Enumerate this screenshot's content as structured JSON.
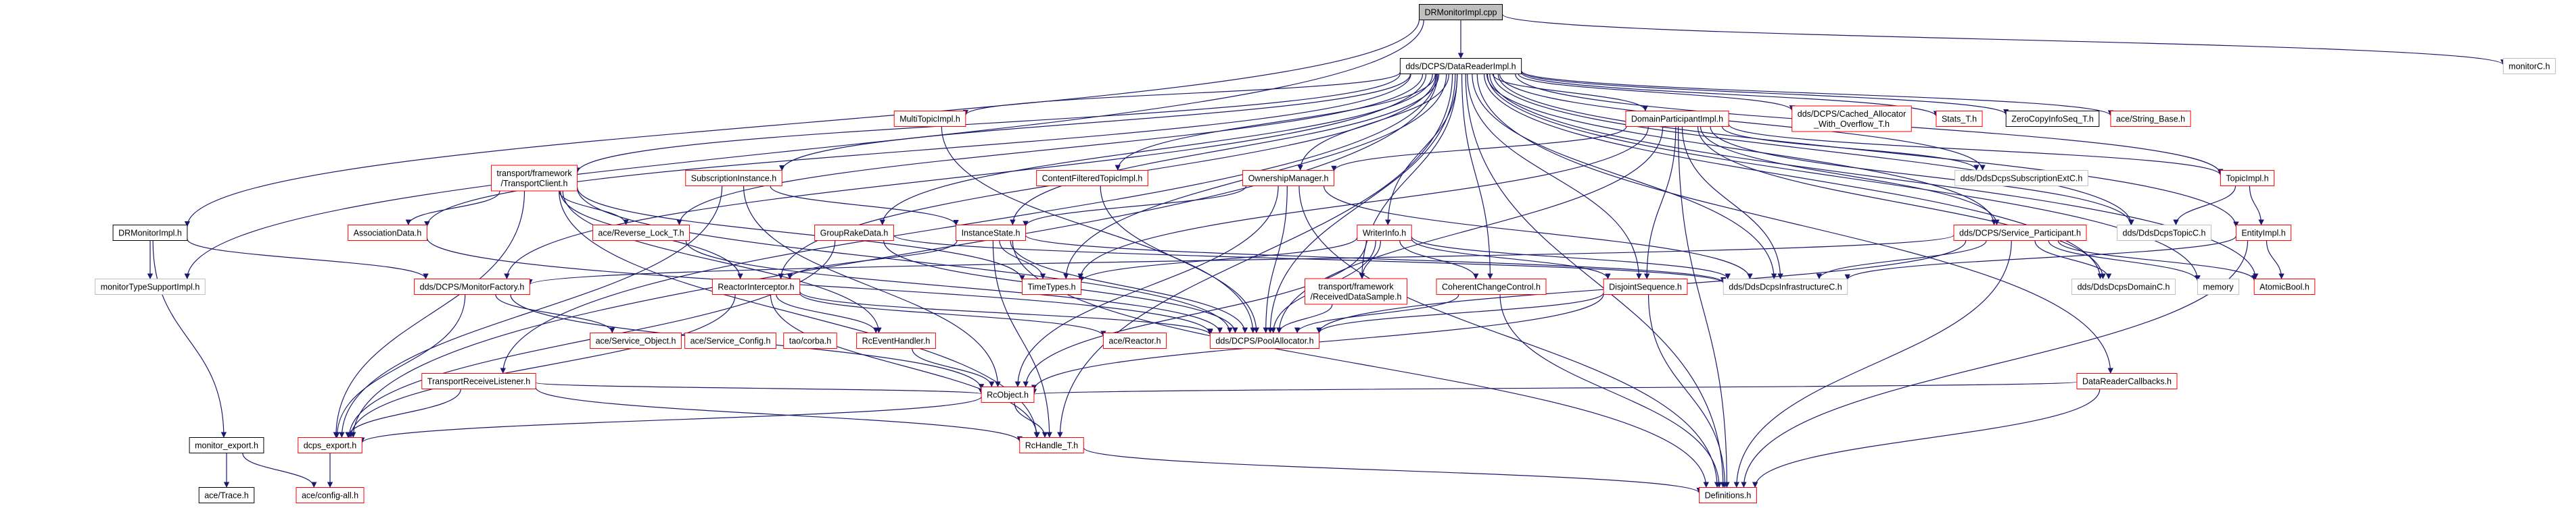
{
  "graph": {
    "nodes": [
      {
        "id": "root",
        "lines": [
          "DRMonitorImpl.cpp"
        ],
        "style": "root"
      },
      {
        "id": "datareader",
        "lines": [
          "dds/DCPS/DataReaderImpl.h"
        ],
        "style": "black"
      },
      {
        "id": "monitorC",
        "lines": [
          "monitorC.h"
        ],
        "style": "gray"
      },
      {
        "id": "drmonitorimpl_h",
        "lines": [
          "DRMonitorImpl.h"
        ],
        "style": "black"
      },
      {
        "id": "multitopic",
        "lines": [
          "MultiTopicImpl.h"
        ],
        "style": "red"
      },
      {
        "id": "domainpart",
        "lines": [
          "DomainParticipantImpl.h"
        ],
        "style": "red"
      },
      {
        "id": "cached_alloc",
        "lines": [
          "dds/DCPS/Cached_Allocator",
          "_With_Overflow_T.h"
        ],
        "style": "red"
      },
      {
        "id": "stats",
        "lines": [
          "Stats_T.h"
        ],
        "style": "red"
      },
      {
        "id": "zerocopy",
        "lines": [
          "ZeroCopyInfoSeq_T.h"
        ],
        "style": "black"
      },
      {
        "id": "string_base",
        "lines": [
          "ace/String_Base.h"
        ],
        "style": "red"
      },
      {
        "id": "transport_client",
        "lines": [
          "transport/framework",
          "/TransportClient.h"
        ],
        "style": "red"
      },
      {
        "id": "subscription",
        "lines": [
          "SubscriptionInstance.h"
        ],
        "style": "red"
      },
      {
        "id": "cft",
        "lines": [
          "ContentFilteredTopicImpl.h"
        ],
        "style": "red"
      },
      {
        "id": "ownership",
        "lines": [
          "OwnershipManager.h"
        ],
        "style": "red"
      },
      {
        "id": "subext",
        "lines": [
          "dds/DdsDcpsSubscriptionExtC.h"
        ],
        "style": "gray"
      },
      {
        "id": "topicimpl",
        "lines": [
          "TopicImpl.h"
        ],
        "style": "red"
      },
      {
        "id": "topicC",
        "lines": [
          "dds/DdsDcpsTopicC.h"
        ],
        "style": "gray"
      },
      {
        "id": "association",
        "lines": [
          "AssociationData.h"
        ],
        "style": "red"
      },
      {
        "id": "reverse_lock",
        "lines": [
          "ace/Reverse_Lock_T.h"
        ],
        "style": "red"
      },
      {
        "id": "groupreke",
        "lines": [
          "GroupRakeData.h"
        ],
        "style": "red"
      },
      {
        "id": "instancestate",
        "lines": [
          "InstanceState.h"
        ],
        "style": "red"
      },
      {
        "id": "writerinfo",
        "lines": [
          "WriterInfo.h"
        ],
        "style": "red"
      },
      {
        "id": "service_part",
        "lines": [
          "dds/DCPS/Service_Participant.h"
        ],
        "style": "red"
      },
      {
        "id": "entityimpl",
        "lines": [
          "EntityImpl.h"
        ],
        "style": "red"
      },
      {
        "id": "mon_support",
        "lines": [
          "monitorTypeSupportImpl.h"
        ],
        "style": "gray"
      },
      {
        "id": "monitorfactory",
        "lines": [
          "dds/DCPS/MonitorFactory.h"
        ],
        "style": "red"
      },
      {
        "id": "reactorint",
        "lines": [
          "ReactorInterceptor.h"
        ],
        "style": "red"
      },
      {
        "id": "timetypes",
        "lines": [
          "TimeTypes.h"
        ],
        "style": "red"
      },
      {
        "id": "received_ds",
        "lines": [
          "transport/framework",
          "/ReceivedDataSample.h"
        ],
        "style": "red"
      },
      {
        "id": "coherent",
        "lines": [
          "CoherentChangeControl.h"
        ],
        "style": "red"
      },
      {
        "id": "disjoint",
        "lines": [
          "DisjointSequence.h"
        ],
        "style": "red"
      },
      {
        "id": "infra",
        "lines": [
          "dds/DdsDcpsInfrastructureC.h"
        ],
        "style": "gray"
      },
      {
        "id": "domainC",
        "lines": [
          "dds/DdsDcpsDomainC.h"
        ],
        "style": "gray"
      },
      {
        "id": "memory",
        "lines": [
          "memory"
        ],
        "style": "gray"
      },
      {
        "id": "atomicbool",
        "lines": [
          "AtomicBool.h"
        ],
        "style": "red"
      },
      {
        "id": "ace_service_obj",
        "lines": [
          "ace/Service_Object.h"
        ],
        "style": "red"
      },
      {
        "id": "ace_service_cfg",
        "lines": [
          "ace/Service_Config.h"
        ],
        "style": "red"
      },
      {
        "id": "tao_corba",
        "lines": [
          "tao/corba.h"
        ],
        "style": "red"
      },
      {
        "id": "rceventhandler",
        "lines": [
          "RcEventHandler.h"
        ],
        "style": "red"
      },
      {
        "id": "ace_reactor",
        "lines": [
          "ace/Reactor.h"
        ],
        "style": "red"
      },
      {
        "id": "poolalloc",
        "lines": [
          "dds/DCPS/PoolAllocator.h"
        ],
        "style": "red"
      },
      {
        "id": "transport_recv",
        "lines": [
          "TransportReceiveListener.h"
        ],
        "style": "red"
      },
      {
        "id": "datareader_cb",
        "lines": [
          "DataReaderCallbacks.h"
        ],
        "style": "red"
      },
      {
        "id": "rcobject",
        "lines": [
          "RcObject.h"
        ],
        "style": "red"
      },
      {
        "id": "monitor_export",
        "lines": [
          "monitor_export.h"
        ],
        "style": "black"
      },
      {
        "id": "dcps_export",
        "lines": [
          "dcps_export.h"
        ],
        "style": "red"
      },
      {
        "id": "rchandle",
        "lines": [
          "RcHandle_T.h"
        ],
        "style": "red"
      },
      {
        "id": "ace_trace",
        "lines": [
          "ace/Trace.h"
        ],
        "style": "black"
      },
      {
        "id": "ace_config",
        "lines": [
          "ace/config-all.h"
        ],
        "style": "red"
      },
      {
        "id": "definitions",
        "lines": [
          "Definitions.h"
        ],
        "style": "red"
      }
    ],
    "edges": [
      [
        "root",
        "datareader"
      ],
      [
        "root",
        "monitorC"
      ],
      [
        "root",
        "drmonitorimpl_h"
      ],
      [
        "root",
        "mon_support"
      ],
      [
        "drmonitorimpl_h",
        "mon_support"
      ],
      [
        "drmonitorimpl_h",
        "monitor_export"
      ],
      [
        "drmonitorimpl_h",
        "monitorfactory"
      ],
      [
        "datareader",
        "multitopic"
      ],
      [
        "datareader",
        "domainpart"
      ],
      [
        "datareader",
        "cached_alloc"
      ],
      [
        "datareader",
        "stats"
      ],
      [
        "datareader",
        "zerocopy"
      ],
      [
        "datareader",
        "string_base"
      ],
      [
        "datareader",
        "transport_client"
      ],
      [
        "datareader",
        "subscription"
      ],
      [
        "datareader",
        "cft"
      ],
      [
        "datareader",
        "ownership"
      ],
      [
        "datareader",
        "subext"
      ],
      [
        "datareader",
        "topicimpl"
      ],
      [
        "datareader",
        "topicC"
      ],
      [
        "datareader",
        "association"
      ],
      [
        "datareader",
        "reverse_lock"
      ],
      [
        "datareader",
        "groupreke"
      ],
      [
        "datareader",
        "instancestate"
      ],
      [
        "datareader",
        "writerinfo"
      ],
      [
        "datareader",
        "service_part"
      ],
      [
        "datareader",
        "entityimpl"
      ],
      [
        "datareader",
        "monitorfactory"
      ],
      [
        "datareader",
        "reactorint"
      ],
      [
        "datareader",
        "timetypes"
      ],
      [
        "datareader",
        "received_ds"
      ],
      [
        "datareader",
        "coherent"
      ],
      [
        "datareader",
        "disjoint"
      ],
      [
        "datareader",
        "infra"
      ],
      [
        "datareader",
        "domainC"
      ],
      [
        "datareader",
        "memory"
      ],
      [
        "datareader",
        "atomicbool"
      ],
      [
        "datareader",
        "poolalloc"
      ],
      [
        "datareader",
        "transport_recv"
      ],
      [
        "datareader",
        "datareader_cb"
      ],
      [
        "datareader",
        "dcps_export"
      ],
      [
        "datareader",
        "rchandle"
      ],
      [
        "datareader",
        "definitions"
      ],
      [
        "multitopic",
        "poolalloc"
      ],
      [
        "domainpart",
        "ownership"
      ],
      [
        "domainpart",
        "subext"
      ],
      [
        "domainpart",
        "topicimpl"
      ],
      [
        "domainpart",
        "topicC"
      ],
      [
        "domainpart",
        "infra"
      ],
      [
        "domainpart",
        "domainC"
      ],
      [
        "domainpart",
        "disjoint"
      ],
      [
        "domainpart",
        "poolalloc"
      ],
      [
        "domainpart",
        "timetypes"
      ],
      [
        "domainpart",
        "definitions"
      ],
      [
        "domainpart",
        "service_part"
      ],
      [
        "transport_client",
        "association"
      ],
      [
        "transport_client",
        "reverse_lock"
      ],
      [
        "transport_client",
        "reactorint"
      ],
      [
        "transport_client",
        "rceventhandler"
      ],
      [
        "transport_client",
        "poolalloc"
      ],
      [
        "transport_client",
        "dcps_export"
      ],
      [
        "transport_client",
        "timetypes"
      ],
      [
        "transport_client",
        "rchandle"
      ],
      [
        "subscription",
        "instancestate"
      ],
      [
        "subscription",
        "dcps_export"
      ],
      [
        "subscription",
        "rcobject"
      ],
      [
        "cft",
        "poolalloc"
      ],
      [
        "ownership",
        "instancestate"
      ],
      [
        "ownership",
        "rcobject"
      ],
      [
        "ownership",
        "poolalloc"
      ],
      [
        "ownership",
        "infra"
      ],
      [
        "ownership",
        "definitions"
      ],
      [
        "topicimpl",
        "topicC"
      ],
      [
        "topicimpl",
        "entityimpl"
      ],
      [
        "groupreke",
        "dcps_export"
      ],
      [
        "groupreke",
        "poolalloc"
      ],
      [
        "groupreke",
        "infra"
      ],
      [
        "instancestate",
        "reactorint"
      ],
      [
        "instancestate",
        "timetypes"
      ],
      [
        "instancestate",
        "poolalloc"
      ],
      [
        "instancestate",
        "rchandle"
      ],
      [
        "instancestate",
        "infra"
      ],
      [
        "instancestate",
        "definitions"
      ],
      [
        "writerinfo",
        "timetypes"
      ],
      [
        "writerinfo",
        "received_ds"
      ],
      [
        "writerinfo",
        "coherent"
      ],
      [
        "writerinfo",
        "disjoint"
      ],
      [
        "writerinfo",
        "poolalloc"
      ],
      [
        "writerinfo",
        "rcobject"
      ],
      [
        "writerinfo",
        "infra"
      ],
      [
        "service_part",
        "domainC"
      ],
      [
        "service_part",
        "memory"
      ],
      [
        "service_part",
        "atomicbool"
      ],
      [
        "service_part",
        "infra"
      ],
      [
        "service_part",
        "definitions"
      ],
      [
        "service_part",
        "poolalloc"
      ],
      [
        "service_part",
        "monitorfactory"
      ],
      [
        "entityimpl",
        "infra"
      ],
      [
        "entityimpl",
        "atomicbool"
      ],
      [
        "entityimpl",
        "definitions"
      ],
      [
        "monitorfactory",
        "ace_service_obj"
      ],
      [
        "monitorfactory",
        "dcps_export"
      ],
      [
        "monitorfactory",
        "rcobject"
      ],
      [
        "reactorint",
        "ace_reactor"
      ],
      [
        "reactorint",
        "rceventhandler"
      ],
      [
        "reactorint",
        "rchandle"
      ],
      [
        "reactorint",
        "poolalloc"
      ],
      [
        "reactorint",
        "dcps_export"
      ],
      [
        "received_ds",
        "poolalloc"
      ],
      [
        "coherent",
        "poolalloc"
      ],
      [
        "coherent",
        "definitions"
      ],
      [
        "disjoint",
        "poolalloc"
      ],
      [
        "disjoint",
        "definitions"
      ],
      [
        "disjoint",
        "rcobject"
      ],
      [
        "rceventhandler",
        "rcobject"
      ],
      [
        "transport_recv",
        "rcobject"
      ],
      [
        "transport_recv",
        "dcps_export"
      ],
      [
        "transport_recv",
        "rchandle"
      ],
      [
        "datareader_cb",
        "rcobject"
      ],
      [
        "datareader_cb",
        "definitions"
      ],
      [
        "rcobject",
        "dcps_export"
      ],
      [
        "rcobject",
        "rchandle"
      ],
      [
        "rchandle",
        "definitions"
      ],
      [
        "monitor_export",
        "ace_trace"
      ],
      [
        "monitor_export",
        "ace_config"
      ],
      [
        "dcps_export",
        "ace_config"
      ],
      [
        "association",
        "poolalloc"
      ],
      [
        "reverse_lock",
        "poolalloc"
      ]
    ]
  }
}
